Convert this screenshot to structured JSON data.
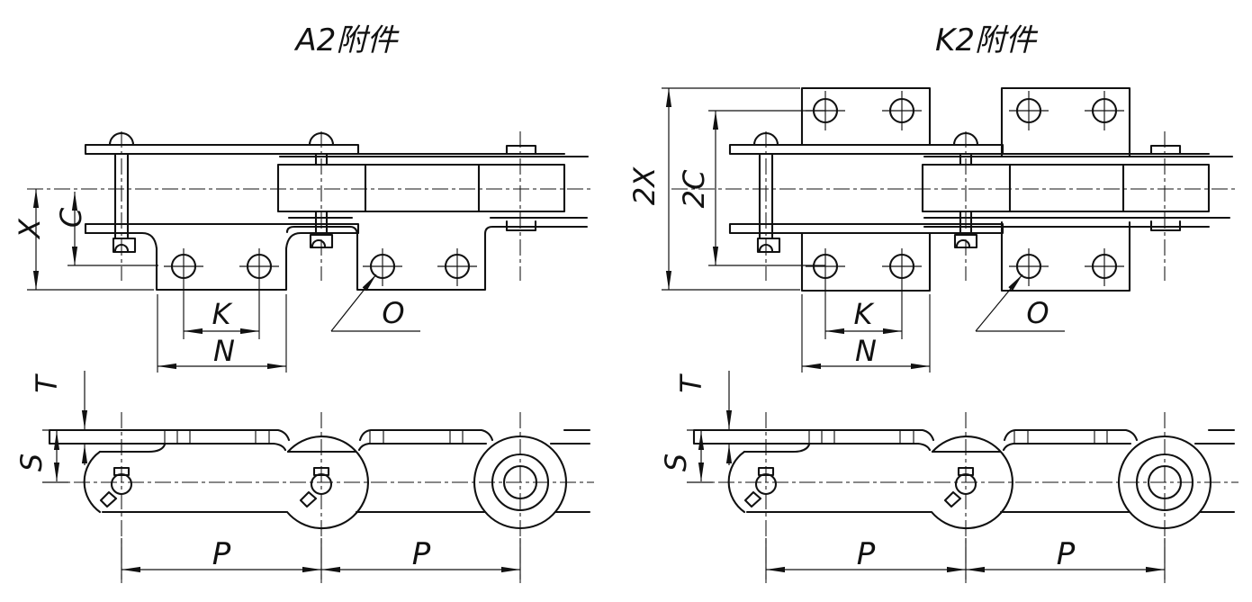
{
  "drawing": {
    "background": "#ffffff",
    "line_color": "#111111",
    "type": "roller-chain attachment engineering drawing"
  },
  "panels": [
    {
      "id": "A2",
      "title": "A2附件",
      "top_dims": {
        "x": "X",
        "c": "C",
        "k": "K",
        "n": "N",
        "o": "O"
      },
      "side_dims": {
        "t": "T",
        "s": "S",
        "p_left": "P",
        "p_right": "P"
      }
    },
    {
      "id": "K2",
      "title": "K2附件",
      "top_dims": {
        "x": "2X",
        "c": "2C",
        "k": "K",
        "n": "N",
        "o": "O"
      },
      "side_dims": {
        "t": "T",
        "s": "S",
        "p_left": "P",
        "p_right": "P"
      }
    }
  ]
}
